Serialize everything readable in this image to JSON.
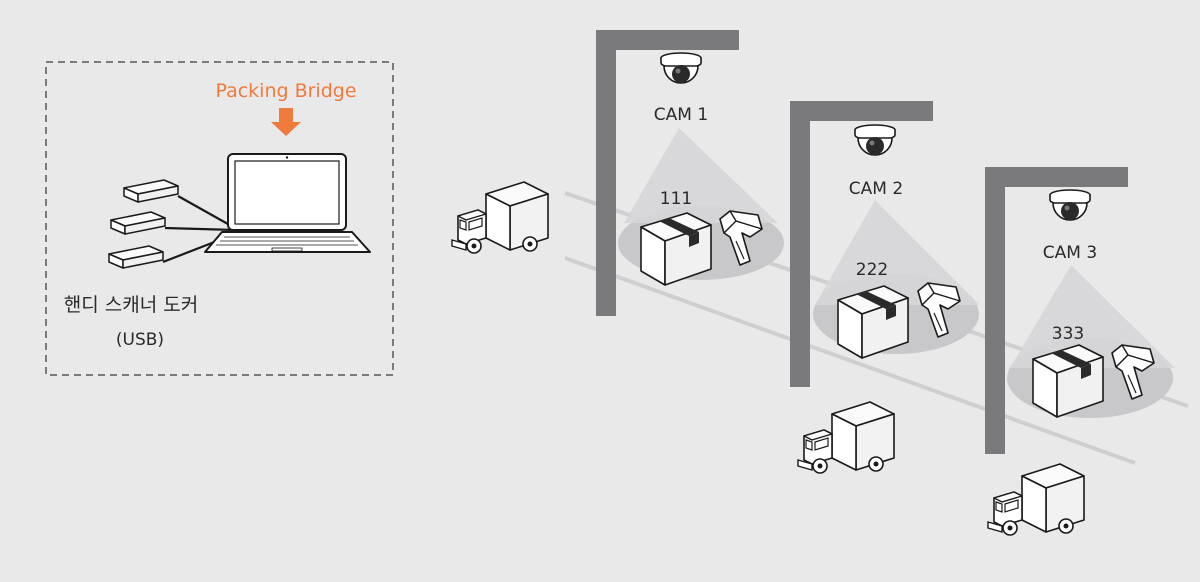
{
  "laptop_label": "Packing Bridge",
  "docker_label": "핸디 스캐너 도커",
  "docker_sub": "(USB)",
  "cameras": [
    {
      "name": "CAM 1",
      "box_id": "111"
    },
    {
      "name": "CAM 2",
      "box_id": "222"
    },
    {
      "name": "CAM 3",
      "box_id": "333"
    }
  ],
  "colors": {
    "background": "#e9e9ea",
    "accent": "#ee7b3c",
    "frame": "#7a7a7d",
    "line": "#1a1a1a",
    "cone": "#d2d2d4",
    "ellipse": "#c8c8ca",
    "rail": "#cfcfd1"
  }
}
